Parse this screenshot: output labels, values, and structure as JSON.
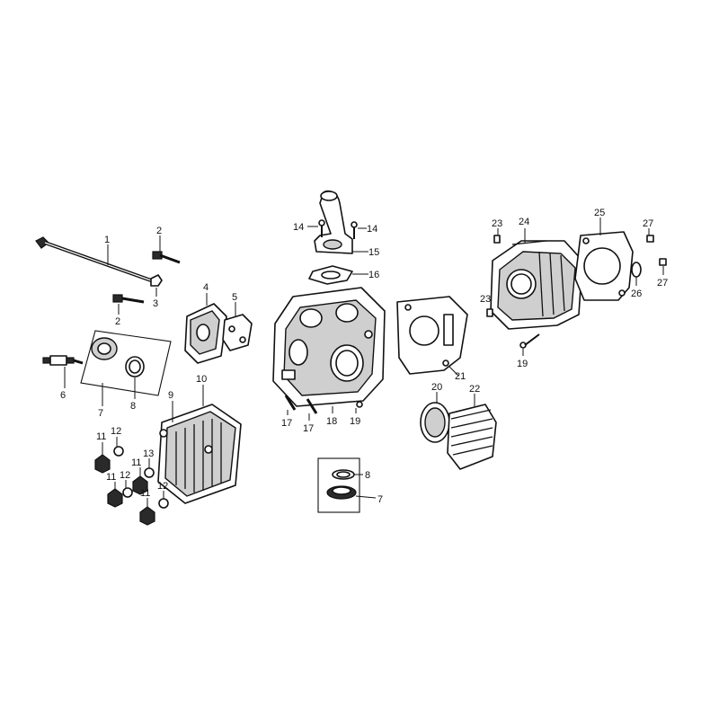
{
  "callouts": {
    "c1": "1",
    "c2a": "2",
    "c2b": "2",
    "c3": "3",
    "c4": "4",
    "c5": "5",
    "c6": "6",
    "c7a": "7",
    "c8a": "8",
    "c9": "9",
    "c10": "10",
    "c11a": "11",
    "c11b": "11",
    "c11c": "11",
    "c11d": "11",
    "c12a": "12",
    "c12b": "12",
    "c12c": "12",
    "c13": "13",
    "c14a": "14",
    "c14b": "14",
    "c15": "15",
    "c16": "16",
    "c17a": "17",
    "c17b": "17",
    "c18": "18",
    "c19a": "19",
    "c19b": "19",
    "c20": "20",
    "c21": "21",
    "c22": "22",
    "c8b": "8",
    "c7b": "7",
    "c23a": "23",
    "c23b": "23",
    "c24": "24",
    "c25": "25",
    "c26": "26",
    "c27a": "27",
    "c27b": "27"
  }
}
